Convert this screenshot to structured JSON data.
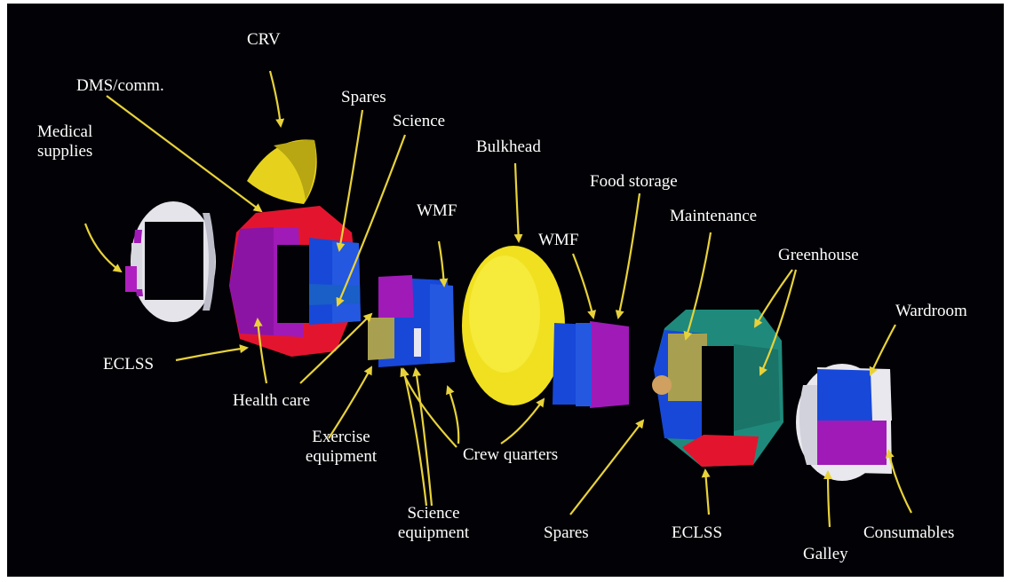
{
  "labels": {
    "crv": "CRV",
    "dms_comm": "DMS/comm.",
    "spares_top": "Spares",
    "science": "Science",
    "medical_supplies_line1": "Medical",
    "medical_supplies_line2": "supplies",
    "bulkhead": "Bulkhead",
    "food_storage": "Food storage",
    "wmf_left": "WMF",
    "wmf_right": "WMF",
    "maintenance": "Maintenance",
    "greenhouse": "Greenhouse",
    "wardroom": "Wardroom",
    "eclss_left": "ECLSS",
    "health_care": "Health care",
    "exercise_equipment_line1": "Exercise",
    "exercise_equipment_line2": "equipment",
    "crew_quarters": "Crew quarters",
    "science_equipment_line1": "Science",
    "science_equipment_line2": "equipment",
    "spares_bottom": "Spares",
    "eclss_right": "ECLSS",
    "galley": "Galley",
    "consumables": "Consumables"
  },
  "colors": {
    "background": "#020206",
    "arrow": "#e8d23a",
    "magenta": "#a01ab8",
    "red": "#e3152e",
    "blue": "#1848d8",
    "yellow": "#f0e020",
    "teal": "#1f8a7c",
    "white": "#e8e8ee",
    "olive": "#a8a050",
    "label": "#ffffff"
  }
}
